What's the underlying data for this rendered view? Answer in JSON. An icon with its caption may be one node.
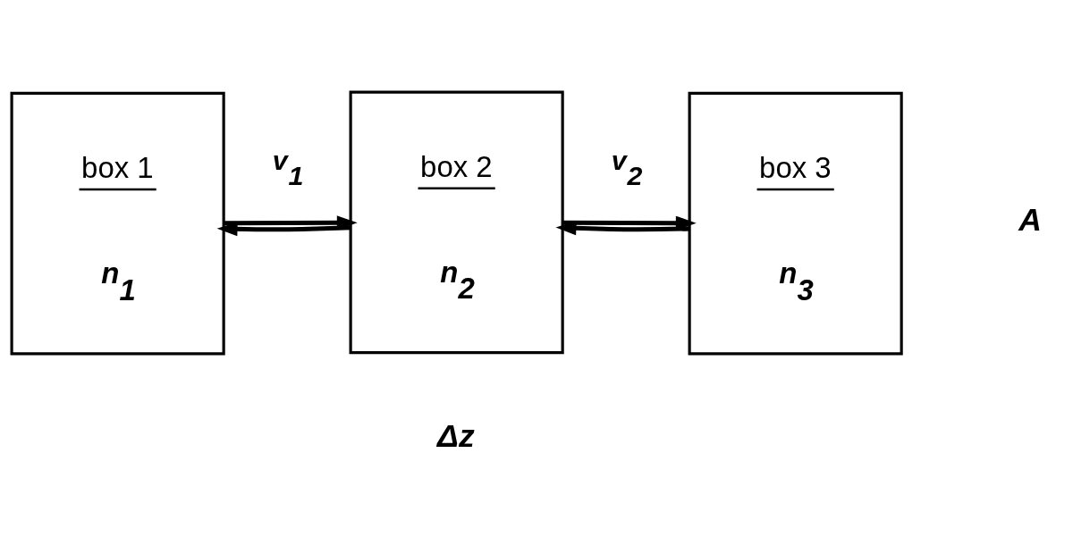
{
  "diagram": {
    "nodes": [
      {
        "text": [
          "box 1",
          "n$_{1}$"
        ]
      },
      {
        "text": [
          "box 2",
          "n$_{2}$"
        ]
      },
      {
        "text": [
          "box 3",
          "n$_{3}$"
        ]
      }
    ],
    "edges": [
      {
        "from": 0,
        "to": 1,
        "arrow": "to",
        "label": "v$_{1}$"
      },
      {
        "from": 1,
        "to": 0,
        "arrow": "to"
      },
      {
        "from": 1,
        "to": 2,
        "arrow": "to",
        "label": "v$_{2}$"
      },
      {
        "from": 2,
        "to": 1,
        "arrow": "to"
      }
    ],
    "labels": [
      "A",
      "Δz"
    ]
  }
}
